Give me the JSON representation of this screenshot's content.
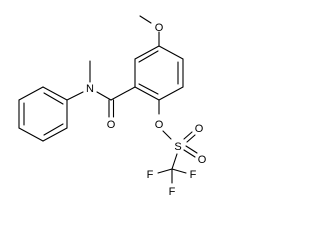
{
  "molecule": {
    "atoms": {
      "o_methoxy": "O",
      "n_amide": "N",
      "o_carbonyl": "O",
      "o_ester": "O",
      "s": "S",
      "o_sulfonyl_1": "O",
      "o_sulfonyl_2": "O",
      "f_1": "F",
      "f_2": "F",
      "f_3": "F"
    }
  },
  "colors": {
    "bond": "#000000",
    "label": "#000000",
    "background": "#ffffff"
  }
}
